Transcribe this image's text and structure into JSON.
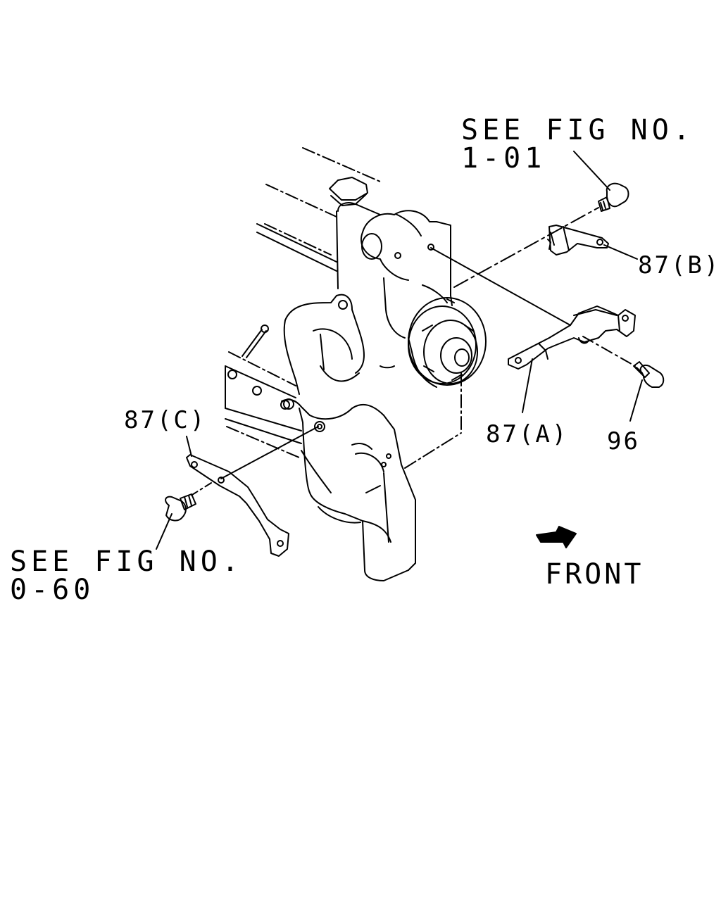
{
  "references": {
    "top": {
      "line1": "SEE FIG NO.",
      "line2": "1-01"
    },
    "bottom": {
      "line1": "SEE FIG NO.",
      "line2": "0-60"
    }
  },
  "parts": {
    "bracket_b": "87(B)",
    "bracket_a": "87(A)",
    "bracket_c": "87(C)",
    "bolt": "96"
  },
  "direction": {
    "label": "FRONT"
  },
  "colors": {
    "line": "#000000",
    "background": "#ffffff"
  }
}
